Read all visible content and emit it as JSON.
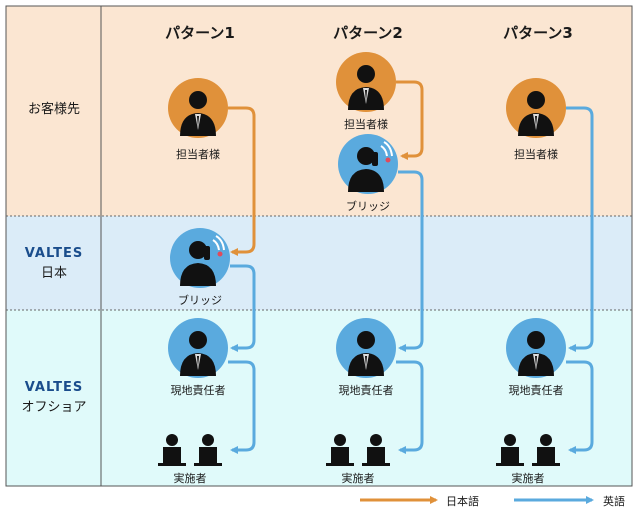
{
  "columns": [
    "パターン1",
    "パターン2",
    "パターン3"
  ],
  "rows": {
    "customer": {
      "label": "お客様先"
    },
    "japan": {
      "brand": "VALTES",
      "label": "日本"
    },
    "offshore": {
      "brand": "VALTES",
      "label": "オフショア"
    }
  },
  "nodes": {
    "p1_tanto": "担当者様",
    "p1_bridge": "ブリッジ",
    "p1_genchi": "現地責任者",
    "p1_jisshi": "実施者",
    "p2_tanto": "担当者様",
    "p2_bridge": "ブリッジ",
    "p2_genchi": "現地責任者",
    "p2_jisshi": "実施者",
    "p3_tanto": "担当者様",
    "p3_genchi": "現地責任者",
    "p3_jisshi": "実施者"
  },
  "legend": {
    "japanese": {
      "label": "日本語",
      "color": "#e0913a"
    },
    "english": {
      "label": "英語",
      "color": "#5aaade"
    }
  },
  "colors": {
    "customer_bg": "#fbe6d2",
    "japan_bg": "#dbecf8",
    "offshore_bg": "#e0fafa",
    "grid": "#555555",
    "node_orange": "#e0913a",
    "node_blue": "#5aaade"
  }
}
